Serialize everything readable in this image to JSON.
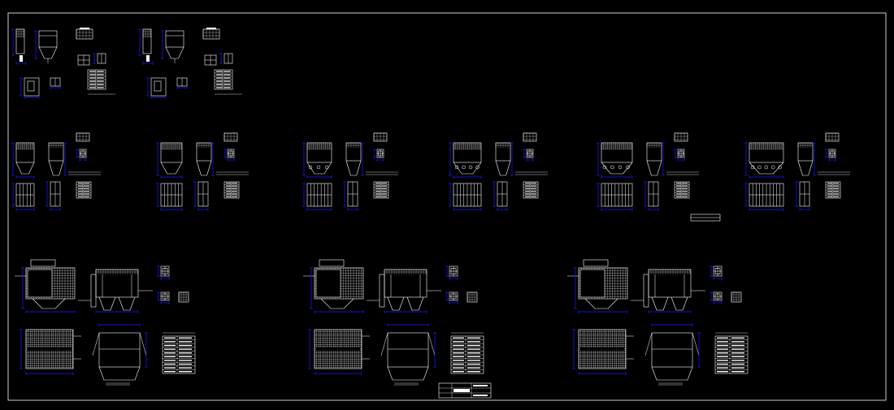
{
  "drawing": {
    "background": "#000000",
    "line_color": "#ffffff",
    "dimension_color": "#1a1aff",
    "row1_groups": 2,
    "row2_groups": 6,
    "row3_groups": 3
  },
  "icons": {
    "title_block": "title-block-table",
    "frame": "drawing-frame-border"
  }
}
